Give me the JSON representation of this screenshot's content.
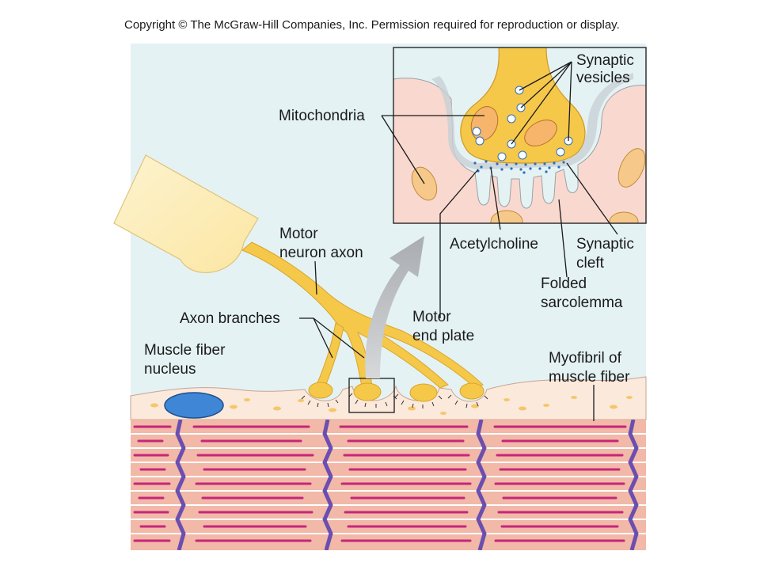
{
  "copyright": "Copyright © The McGraw-Hill Companies, Inc. Permission required for reproduction or display.",
  "labels": {
    "synaptic_vesicles": [
      "Synaptic",
      "vesicles"
    ],
    "mitochondria": "Mitochondria",
    "motor_neuron_axon": [
      "Motor",
      "neuron axon"
    ],
    "acetylcholine": "Acetylcholine",
    "synaptic_cleft": [
      "Synaptic",
      "cleft"
    ],
    "folded_sarcolemma": [
      "Folded",
      "sarcolemma"
    ],
    "axon_branches": "Axon branches",
    "motor_end_plate": [
      "Motor",
      "end plate"
    ],
    "muscle_fiber_nucleus": [
      "Muscle fiber",
      "nucleus"
    ],
    "myofibril": [
      "Myofibril of",
      "muscle fiber"
    ]
  },
  "colors": {
    "background_fluid": "#e4f2f4",
    "axon": "#f5c84a",
    "axon_light": "#fbe7a8",
    "sarcolemma": "#fbe9dc",
    "muscle": "#f2b8a8",
    "striation_dark": "#c4277a",
    "z_line": "#6a4fb0",
    "nucleus": "#3f86d6",
    "vesicle_dot": "#2a6fbf",
    "arrow": "#b9bcc0"
  }
}
